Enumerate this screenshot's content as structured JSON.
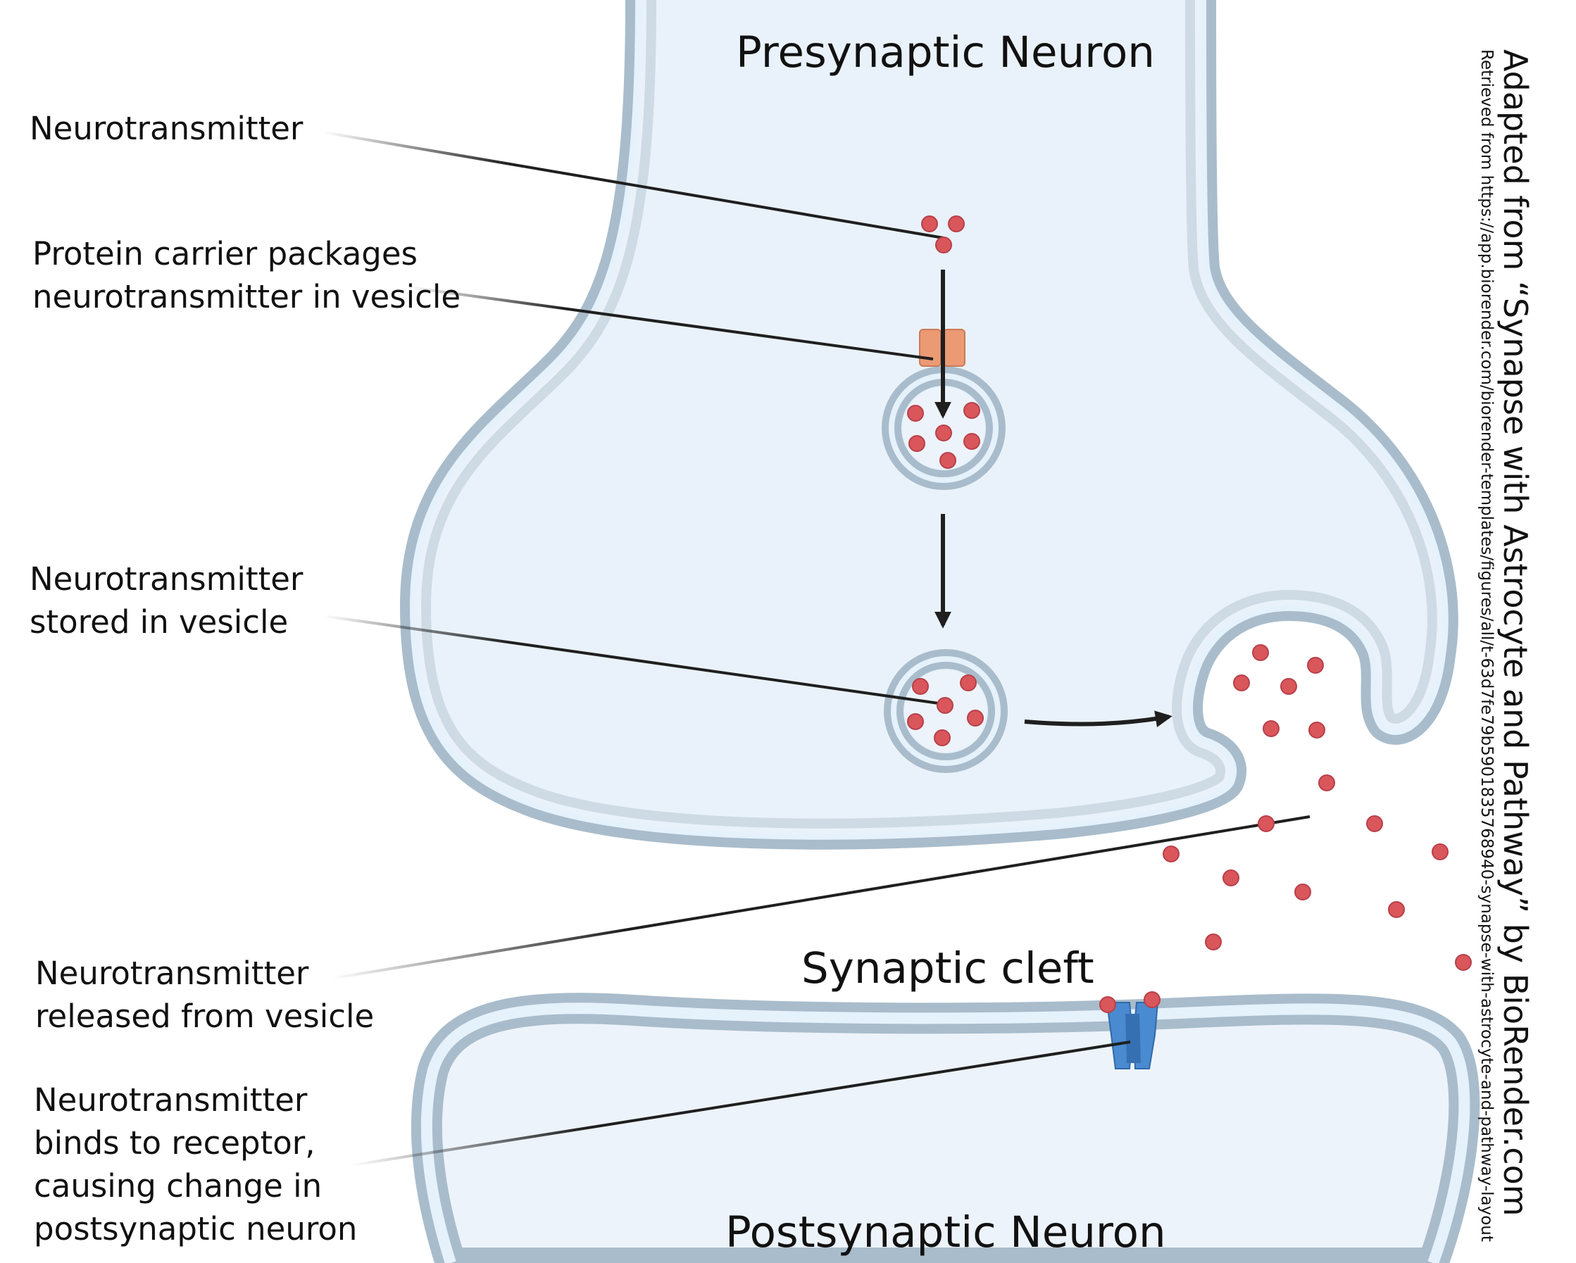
{
  "titles": {
    "presynaptic": "Presynaptic Neuron",
    "cleft": "Synaptic cleft",
    "postsynaptic": "Postsynaptic Neuron"
  },
  "labels": {
    "neurotransmitter": "Neurotransmitter",
    "carrier": [
      "Protein carrier packages",
      "neurotransmitter in vesicle"
    ],
    "stored": [
      "Neurotransmitter",
      "stored in vesicle"
    ],
    "released": [
      "Neurotransmitter",
      "released from vesicle"
    ],
    "binds": [
      "Neurotransmitter",
      "binds to receptor,",
      "causing change in",
      "postsynaptic neuron"
    ]
  },
  "credit": {
    "main": "Adapted from “Synapse with Astrocyte and Pathway” by BioRender.com",
    "source": "Retrieved from https://app.biorender.com/biorender-templates/figures/all/t-63d7fe79b5901835768940-synapse-with-astrocyte-and-pathway-layout"
  },
  "colors": {
    "membrane": "#a9bccb",
    "membrane_fill": "#e5f1fb",
    "cytoplasm": "#edf3fa",
    "neurotransmitter": "#d9565b",
    "carrier": "#eb9a74",
    "receptor": "#4a8ad0",
    "line": "#1f1f1f"
  }
}
